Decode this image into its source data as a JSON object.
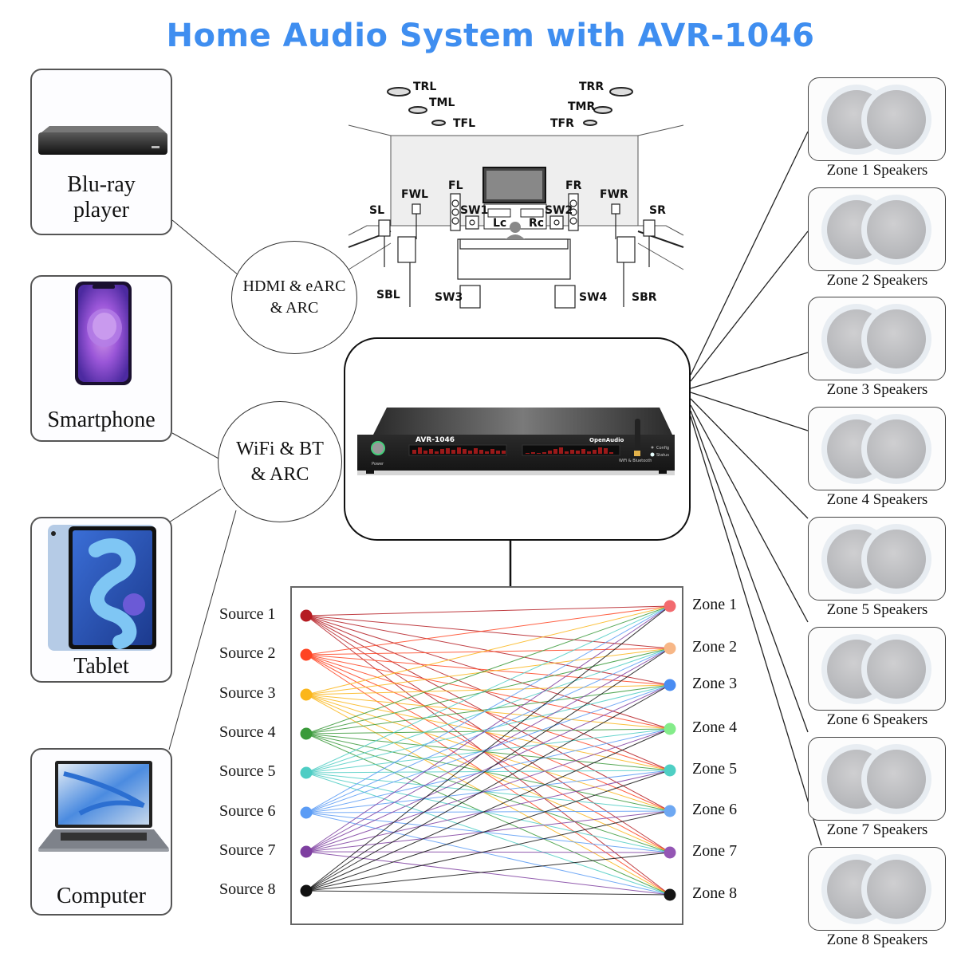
{
  "title": "Home Audio System with AVR-1046",
  "colors": {
    "title": "#3f8ef0",
    "sources": [
      "#b51c22",
      "#ff4422",
      "#fbb61a",
      "#3a9a3a",
      "#4ecdc4",
      "#5b9cf5",
      "#7e3fa0",
      "#111111"
    ],
    "zones": [
      "#f26b6f",
      "#f7b787",
      "#4a8cf2",
      "#84ec8a",
      "#4fcfc4",
      "#6ea8f2",
      "#9456b4",
      "#151515"
    ]
  },
  "devices": [
    {
      "id": "bluray",
      "label_lines": [
        "Blu-ray",
        "player"
      ],
      "icon": "bluray-player-icon"
    },
    {
      "id": "smartphone",
      "label_lines": [
        "Smartphone"
      ],
      "icon": "smartphone-icon"
    },
    {
      "id": "tablet",
      "label_lines": [
        "Tablet"
      ],
      "icon": "tablet-icon"
    },
    {
      "id": "computer",
      "label_lines": [
        "Computer"
      ],
      "icon": "laptop-icon"
    }
  ],
  "connections": {
    "wired": {
      "lines": [
        "HDMI & eARC",
        "& ARC"
      ]
    },
    "wireless": {
      "lines": [
        "WiFi & BT",
        "& ARC"
      ]
    }
  },
  "room": {
    "ceiling_speakers": [
      "TRL",
      "TML",
      "TFL",
      "TRR",
      "TMR",
      "TFR"
    ],
    "speakers": [
      "SL",
      "FWL",
      "FL",
      "SW1",
      "SW2",
      "FR",
      "FWR",
      "SR",
      "SBL",
      "SW3",
      "SW4",
      "SBR"
    ],
    "center_labels": [
      "Lc",
      "Rc"
    ]
  },
  "avr": {
    "model": "AVR-1046",
    "brand": "OpenAudio",
    "power_label": "Power",
    "wireless_label": "WiFi & Bluetooth",
    "config_label": "Config",
    "status_label": "Status"
  },
  "matrix": {
    "sources": [
      "Source 1",
      "Source 2",
      "Source 3",
      "Source 4",
      "Source 5",
      "Source 6",
      "Source 7",
      "Source 8"
    ],
    "zones": [
      "Zone 1",
      "Zone 2",
      "Zone 3",
      "Zone 4",
      "Zone 5",
      "Zone 6",
      "Zone 7",
      "Zone 8"
    ]
  },
  "zone_speakers": [
    "Zone 1 Speakers",
    "Zone 2 Speakers",
    "Zone 3 Speakers",
    "Zone 4 Speakers",
    "Zone 5 Speakers",
    "Zone 6 Speakers",
    "Zone 7 Speakers",
    "Zone 8 Speakers"
  ]
}
